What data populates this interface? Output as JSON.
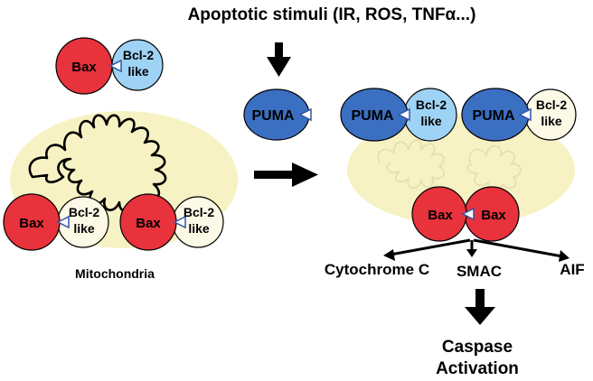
{
  "title": "Apoptotic stimuli (IR, ROS, TNFα...)",
  "labels": {
    "bax": "Bax",
    "bcl2_line1": "Bcl-2",
    "bcl2_line2": "like",
    "puma": "PUMA",
    "mitochondria": "Mitochondria",
    "cytochrome_c": "Cytochrome C",
    "smac": "SMAC",
    "aif": "AIF",
    "caspase_line1": "Caspase",
    "caspase_line2": "Activation"
  },
  "colors": {
    "bax_red": "#e8323c",
    "bcl2_light_blue": "#9fd3f5",
    "bcl2_cream": "#fcf9e6",
    "puma_blue": "#3a6fc2",
    "mito_fill": "#f7f2c3",
    "wedge_blue": "#3355aa"
  }
}
